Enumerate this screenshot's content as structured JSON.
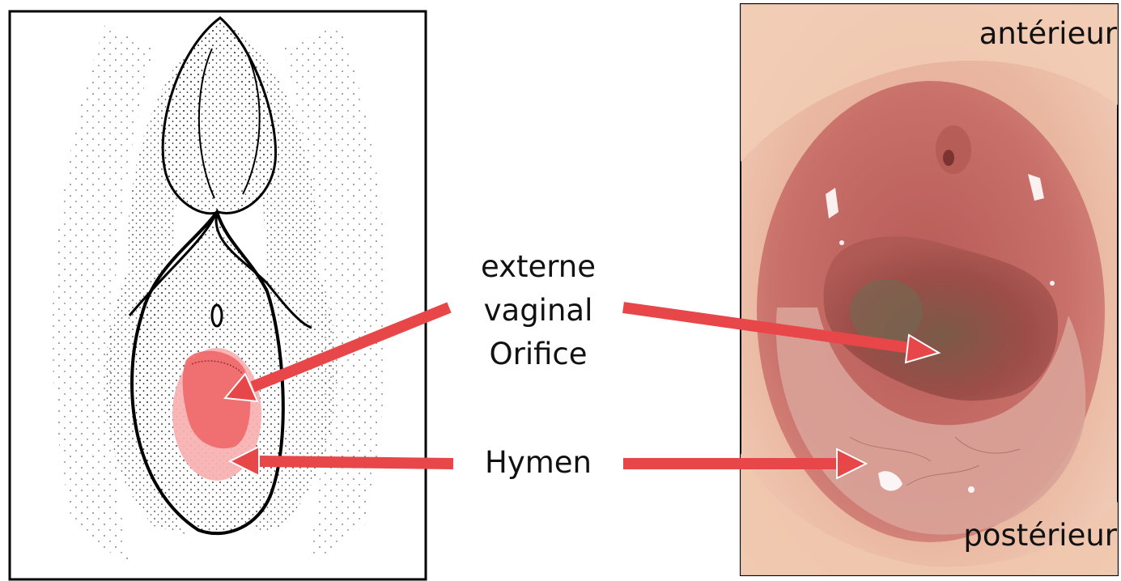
{
  "labels": {
    "orifice_line1": "externe",
    "orifice_line2": "vaginal",
    "orifice_line3": "Orifice",
    "hymen": "Hymen",
    "anterior": "antérieur",
    "posterior": "postérieur"
  },
  "colors": {
    "arrow": "#e8474a",
    "orifice_highlight": "#ef6a6c",
    "hymen_highlight": "#f7b0b0",
    "photo_skin": "#f0c4a6",
    "photo_tissue": "#c86a62",
    "photo_cavity": "#a04848"
  }
}
